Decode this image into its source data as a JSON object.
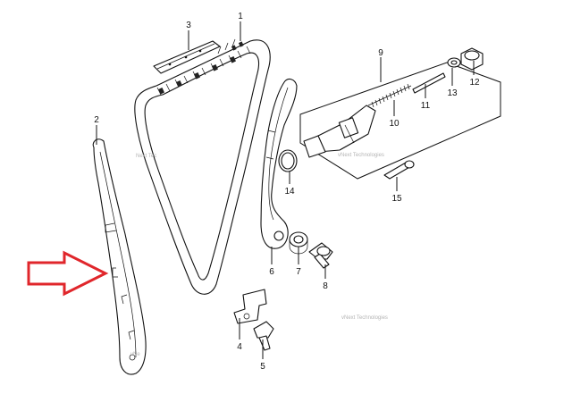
{
  "diagram": {
    "callouts": {
      "p1": "1",
      "p2": "2",
      "p3": "3",
      "p4": "4",
      "p5": "5",
      "p6": "6",
      "p7": "7",
      "p8": "8",
      "p9": "9",
      "p10": "10",
      "p11": "11",
      "p12": "12",
      "p13": "13",
      "p14": "14",
      "p15": "15"
    },
    "watermarks": {
      "w1": "Next Tec",
      "w2": "vNext Technologies",
      "w3": "vNext Technologies",
      "w4": "vNe"
    },
    "arrow_color": "#e0262b",
    "line_color": "#111111"
  }
}
